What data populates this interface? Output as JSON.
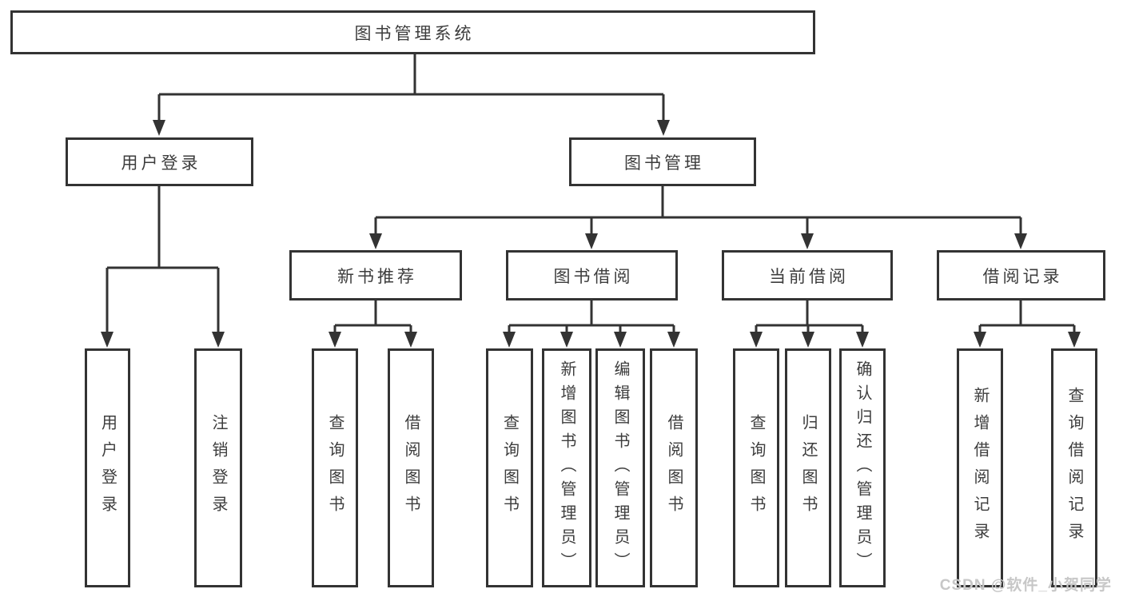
{
  "tree": {
    "label": "图书管理系统",
    "children": [
      {
        "label": "用户登录",
        "children": [
          {
            "label": "用户登录"
          },
          {
            "label": "注销登录"
          }
        ]
      },
      {
        "label": "图书管理",
        "children": [
          {
            "label": "新书推荐",
            "children": [
              {
                "label": "查询图书"
              },
              {
                "label": "借阅图书"
              }
            ]
          },
          {
            "label": "图书借阅",
            "children": [
              {
                "label": "查询图书"
              },
              {
                "label": "新增图书（管理员）"
              },
              {
                "label": "编辑图书（管理员）"
              },
              {
                "label": "借阅图书"
              }
            ]
          },
          {
            "label": "当前借阅",
            "children": [
              {
                "label": "查询图书"
              },
              {
                "label": "归还图书"
              },
              {
                "label": "确认归还（管理员）"
              }
            ]
          },
          {
            "label": "借阅记录",
            "children": [
              {
                "label": "新增借阅记录"
              },
              {
                "label": "查询借阅记录"
              }
            ]
          }
        ]
      }
    ]
  },
  "watermark": {
    "text": "CSDN @软件_小贺同学"
  },
  "colors": {
    "line": "#333333",
    "text": "#3d3d3d",
    "background": "#ffffff",
    "watermark": "#c7c7c7"
  }
}
